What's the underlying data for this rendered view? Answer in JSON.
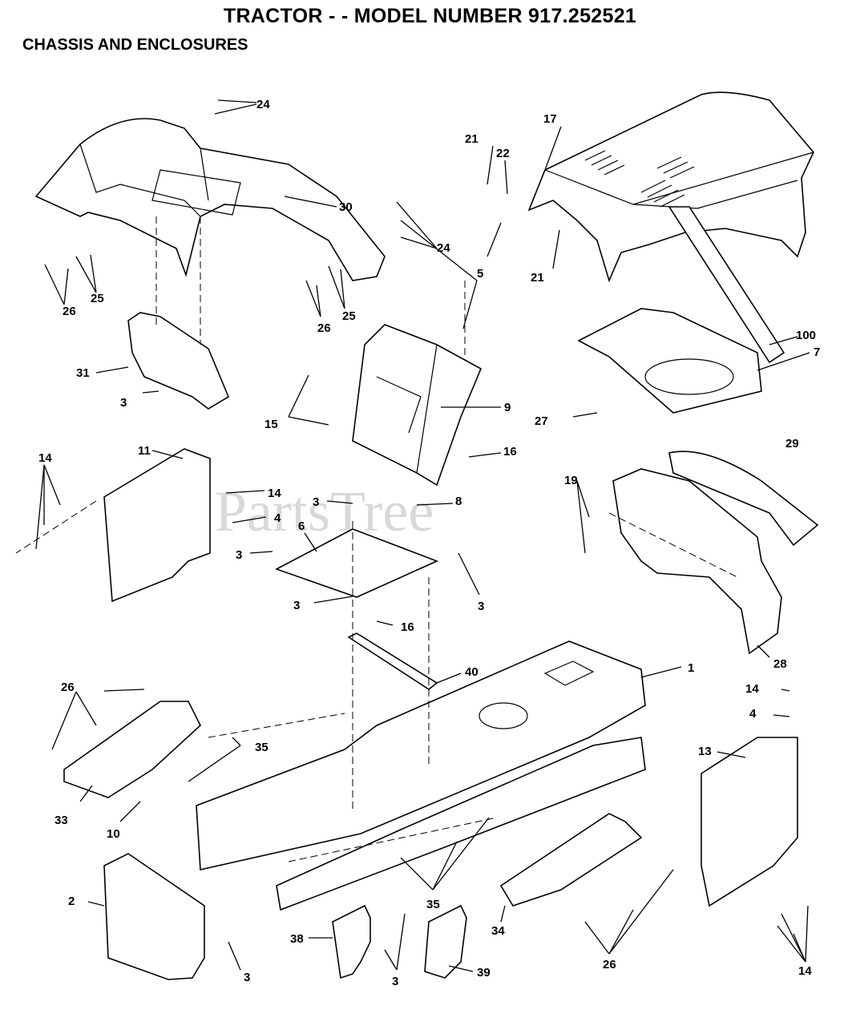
{
  "header": {
    "title": "TRACTOR - - MODEL NUMBER 917.252521",
    "subtitle": "CHASSIS AND ENCLOSURES"
  },
  "watermark": "PartsTree",
  "callouts": [
    {
      "id": "c24a",
      "text": "24"
    },
    {
      "id": "c17",
      "text": "17"
    },
    {
      "id": "c21a",
      "text": "21"
    },
    {
      "id": "c22",
      "text": "22"
    },
    {
      "id": "c30",
      "text": "30"
    },
    {
      "id": "c24b",
      "text": "24"
    },
    {
      "id": "c21b",
      "text": "21"
    },
    {
      "id": "c5",
      "text": "5"
    },
    {
      "id": "c25a",
      "text": "25"
    },
    {
      "id": "c26a",
      "text": "26"
    },
    {
      "id": "c26b",
      "text": "26"
    },
    {
      "id": "c25b",
      "text": "25"
    },
    {
      "id": "c100",
      "text": "100"
    },
    {
      "id": "c7",
      "text": "7"
    },
    {
      "id": "c31",
      "text": "31"
    },
    {
      "id": "c3a",
      "text": "3"
    },
    {
      "id": "c9",
      "text": "9"
    },
    {
      "id": "c15",
      "text": "15"
    },
    {
      "id": "c27",
      "text": "27"
    },
    {
      "id": "c16a",
      "text": "16"
    },
    {
      "id": "c29",
      "text": "29"
    },
    {
      "id": "c11",
      "text": "11"
    },
    {
      "id": "c14a",
      "text": "14"
    },
    {
      "id": "c14b",
      "text": "14"
    },
    {
      "id": "c3b",
      "text": "3"
    },
    {
      "id": "c8",
      "text": "8"
    },
    {
      "id": "c19",
      "text": "19"
    },
    {
      "id": "c4a",
      "text": "4"
    },
    {
      "id": "c6",
      "text": "6"
    },
    {
      "id": "c3c",
      "text": "3"
    },
    {
      "id": "c3d",
      "text": "3"
    },
    {
      "id": "c3e",
      "text": "3"
    },
    {
      "id": "c16b",
      "text": "16"
    },
    {
      "id": "c28",
      "text": "28"
    },
    {
      "id": "c40",
      "text": "40"
    },
    {
      "id": "c1",
      "text": "1"
    },
    {
      "id": "c26c",
      "text": "26"
    },
    {
      "id": "c14c",
      "text": "14"
    },
    {
      "id": "c4b",
      "text": "4"
    },
    {
      "id": "c35a",
      "text": "35"
    },
    {
      "id": "c13",
      "text": "13"
    },
    {
      "id": "c33",
      "text": "33"
    },
    {
      "id": "c10",
      "text": "10"
    },
    {
      "id": "c2",
      "text": "2"
    },
    {
      "id": "c35b",
      "text": "35"
    },
    {
      "id": "c3f",
      "text": "3"
    },
    {
      "id": "c38",
      "text": "38"
    },
    {
      "id": "c3g",
      "text": "3"
    },
    {
      "id": "c39",
      "text": "39"
    },
    {
      "id": "c34",
      "text": "34"
    },
    {
      "id": "c26d",
      "text": "26"
    },
    {
      "id": "c14d",
      "text": "14"
    }
  ]
}
